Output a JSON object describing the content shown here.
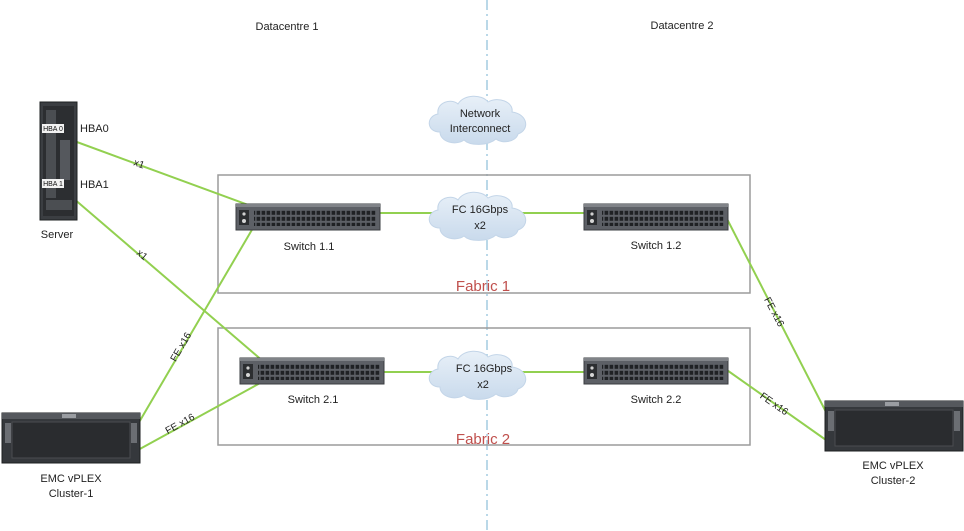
{
  "datacentres": [
    "Datacentre 1",
    "Datacentre 2"
  ],
  "server": {
    "label": "Server",
    "hba": [
      "HBA0",
      "HBA1"
    ],
    "hba_short": [
      "HBA 0",
      "HBA 1"
    ]
  },
  "cloud_network": {
    "line1": "Network",
    "line2": "Interconnect"
  },
  "fc_link": {
    "line1": "FC 16Gbps",
    "multiplier": "x2"
  },
  "switches": [
    "Switch 1.1",
    "Switch 1.2",
    "Switch 2.1",
    "Switch 2.2"
  ],
  "fabrics": [
    "Fabric 1",
    "Fabric 2"
  ],
  "link_labels": {
    "hba": "x1",
    "fe": "FE x16"
  },
  "clusters": [
    {
      "line1": "EMC vPLEX",
      "line2": "Cluster-1"
    },
    {
      "line1": "EMC vPLEX",
      "line2": "Cluster-2"
    }
  ],
  "colors": {
    "link": "#92d050",
    "fabric_label": "#c0504d",
    "divider": "#a9cfe3",
    "box": "#9b9b9b",
    "cloud": "#dbe7f3"
  }
}
